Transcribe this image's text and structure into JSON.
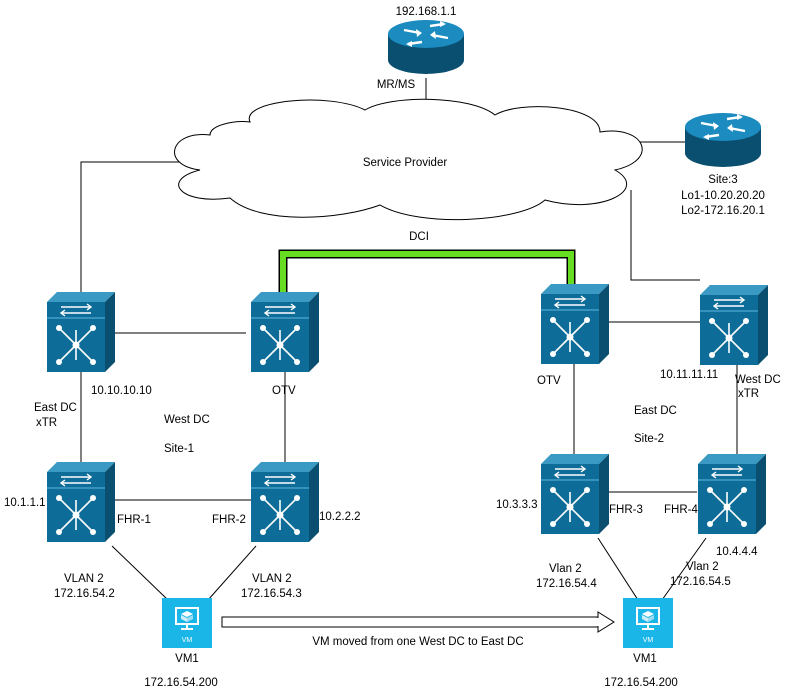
{
  "router_top": {
    "ip": "192.168.1.1",
    "label": "MR/MS"
  },
  "cloud": {
    "label": "Service Provider"
  },
  "router_site3": {
    "line1": "Site:3",
    "line2": "Lo1-10.20.20.20",
    "line3": "Lo2-172.16.20.1"
  },
  "dci": {
    "label": "DCI",
    "color": "#66dd22"
  },
  "left_site": {
    "xtr": {
      "ip": "10.10.10.10",
      "name_line1": "East DC",
      "name_line2": "xTR"
    },
    "otv": {
      "label": "OTV"
    },
    "dc_name": "West DC",
    "site": "Site-1",
    "fhr1": {
      "ip": "10.1.1.1",
      "label": "FHR-1",
      "vlan": "VLAN 2",
      "subnet": "172.16.54.2"
    },
    "fhr2": {
      "ip": "10.2.2.2",
      "label": "FHR-2",
      "vlan": "VLAN 2",
      "subnet": "172.16.54.3"
    }
  },
  "right_site": {
    "otv": {
      "label": "OTV"
    },
    "xtr": {
      "ip": "10.11.11.11",
      "name_line1": "West DC",
      "name_line2": "xTR"
    },
    "dc_name": "East DC",
    "site": "Site-2",
    "fhr3": {
      "ip": "10.3.3.3",
      "label": "FHR-3",
      "vlan": "Vlan 2",
      "subnet": "172.16.54.4"
    },
    "fhr4": {
      "ip": "10.4.4.4",
      "label": "FHR-4",
      "vlan": "Vlan 2",
      "subnet": "172.16.54.5"
    }
  },
  "vm_left": {
    "icon_text": "VM",
    "name": "VM1",
    "ip": "172.16.54.200"
  },
  "vm_right": {
    "icon_text": "VM",
    "name": "VM1",
    "ip": "172.16.54.200"
  },
  "migration": {
    "label": "VM moved from one West DC to East DC"
  },
  "colors": {
    "device_face": "#0e6d98",
    "device_top": "#3a9ac4",
    "device_side": "#0a4f70",
    "vm_box": "#1ab6e8",
    "line": "#000000"
  }
}
